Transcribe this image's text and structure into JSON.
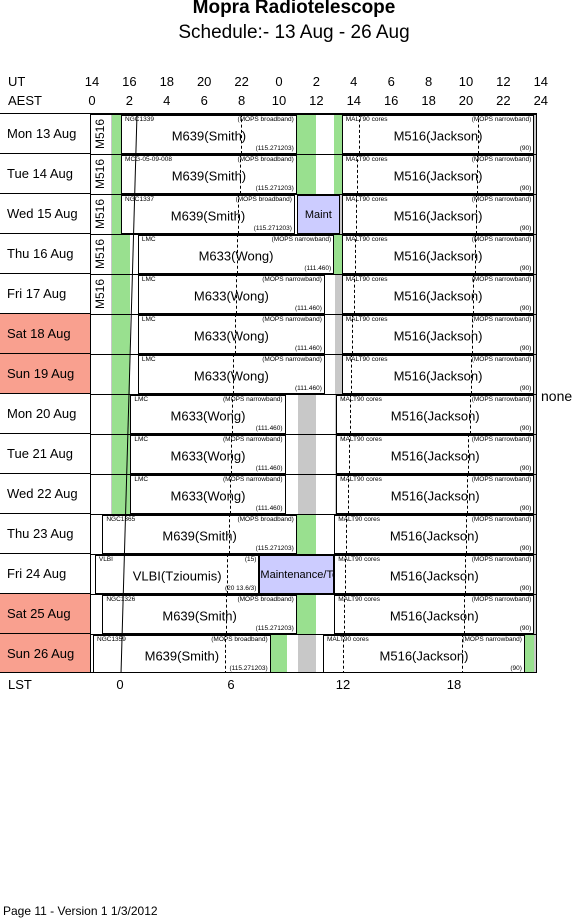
{
  "title": "Mopra Radiotelescope",
  "subtitle": "Schedule:- 13 Aug - 26 Aug",
  "axes": {
    "ut_label": "UT",
    "aest_label": "AEST",
    "lst_label": "LST",
    "ut_ticks": [
      "14",
      "16",
      "18",
      "20",
      "22",
      "0",
      "2",
      "4",
      "6",
      "8",
      "10",
      "12",
      "14"
    ],
    "aest_ticks": [
      "0",
      "2",
      "4",
      "6",
      "8",
      "10",
      "12",
      "14",
      "16",
      "18",
      "20",
      "22",
      "24"
    ],
    "lst_ticks": [
      "0",
      "6",
      "12",
      "18"
    ]
  },
  "days": [
    {
      "label": "Mon  13 Aug",
      "weekend": false
    },
    {
      "label": "Tue  14 Aug",
      "weekend": false
    },
    {
      "label": "Wed  15 Aug",
      "weekend": false
    },
    {
      "label": "Thu  16 Aug",
      "weekend": false
    },
    {
      "label": "Fri   17 Aug",
      "weekend": false
    },
    {
      "label": "Sat  18 Aug",
      "weekend": true
    },
    {
      "label": "Sun  19 Aug",
      "weekend": true
    },
    {
      "label": "Mon  20 Aug",
      "weekend": false
    },
    {
      "label": "Tue  21 Aug",
      "weekend": false
    },
    {
      "label": "Wed  22 Aug",
      "weekend": false
    },
    {
      "label": "Thu  23 Aug",
      "weekend": false
    },
    {
      "label": "Fri    24 Aug",
      "weekend": false
    },
    {
      "label": "Sat  25 Aug",
      "weekend": true
    },
    {
      "label": "Sun  26 Aug",
      "weekend": true
    }
  ],
  "schedule": {
    "m516_vertical": "M516",
    "none_label": "none",
    "rows": [
      {
        "blocks": [
          {
            "name": "M639(Smith)",
            "src": "NGC1339",
            "mode": "(MOPS broadband)",
            "freq": "(115.271203)"
          },
          {
            "name": "M516(Jackson)",
            "src": "MALT90 cores",
            "mode": "(MOPS narrowband)",
            "freq": "(90)"
          }
        ]
      },
      {
        "blocks": [
          {
            "name": "M639(Smith)",
            "src": "MCG-05-09-008",
            "mode": "(MOPS broadband)",
            "freq": "(115.271203)"
          },
          {
            "name": "M516(Jackson)",
            "src": "MALT90 cores",
            "mode": "(MOPS narrowband)",
            "freq": "(90)"
          }
        ]
      },
      {
        "blocks": [
          {
            "name": "M639(Smith)",
            "src": "NGC1337",
            "mode": "(MOPS broadband)",
            "freq": "(115.271203)"
          },
          {
            "name": "Maint",
            "src": "",
            "mode": "",
            "freq": ""
          },
          {
            "name": "M516(Jackson)",
            "src": "MALT90 cores",
            "mode": "(MOPS narrowband)",
            "freq": "(90)"
          }
        ]
      },
      {
        "blocks": [
          {
            "name": "M633(Wong)",
            "src": "LMC",
            "mode": "(MOPS narrowband)",
            "freq": "(111.460)"
          },
          {
            "name": "M516(Jackson)",
            "src": "MALT90 cores",
            "mode": "(MOPS narrowband)",
            "freq": "(90)"
          }
        ]
      },
      {
        "blocks": [
          {
            "name": "M633(Wong)",
            "src": "LMC",
            "mode": "(MOPS narrowband)",
            "freq": "(111.460)"
          },
          {
            "name": "M516(Jackson)",
            "src": "MALT90 cores",
            "mode": "(MOPS narrowband)",
            "freq": "(90)"
          }
        ]
      },
      {
        "blocks": [
          {
            "name": "M633(Wong)",
            "src": "LMC",
            "mode": "(MOPS narrowband)",
            "freq": "(111.460)"
          },
          {
            "name": "M516(Jackson)",
            "src": "MALT90 cores",
            "mode": "(MOPS narrowband)",
            "freq": "(90)"
          }
        ]
      },
      {
        "blocks": [
          {
            "name": "M633(Wong)",
            "src": "LMC",
            "mode": "(MOPS narrowband)",
            "freq": "(111.460)"
          },
          {
            "name": "M516(Jackson)",
            "src": "MALT90 cores",
            "mode": "(MOPS narrowband)",
            "freq": "(90)"
          }
        ]
      },
      {
        "blocks": [
          {
            "name": "M633(Wong)",
            "src": "LMC",
            "mode": "(MOPS narrowband)",
            "freq": "(111.460)"
          },
          {
            "name": "M516(Jackson)",
            "src": "MALT90 cores",
            "mode": "(MOPS narrowband)",
            "freq": "(90)"
          }
        ]
      },
      {
        "blocks": [
          {
            "name": "M633(Wong)",
            "src": "LMC",
            "mode": "(MOPS narrowband)",
            "freq": "(111.460)"
          },
          {
            "name": "M516(Jackson)",
            "src": "MALT90 cores",
            "mode": "(MOPS narrowband)",
            "freq": "(90)"
          }
        ]
      },
      {
        "blocks": [
          {
            "name": "M633(Wong)",
            "src": "LMC",
            "mode": "(MOPS narrowband)",
            "freq": "(111.460)"
          },
          {
            "name": "M516(Jackson)",
            "src": "MALT90 cores",
            "mode": "(MOPS narrowband)",
            "freq": "(90)"
          }
        ]
      },
      {
        "blocks": [
          {
            "name": "M639(Smith)",
            "src": "NGC1365",
            "mode": "(MOPS broadband)",
            "freq": "(115.271203)"
          },
          {
            "name": "M516(Jackson)",
            "src": "MALT90 cores",
            "mode": "(MOPS narrowband)",
            "freq": "(90)"
          }
        ]
      },
      {
        "blocks": [
          {
            "name": "VLBI(Tzioumis)",
            "src": "VLBI",
            "mode": "(15)",
            "freq": "(20 13.6/3)"
          },
          {
            "name": "Maintenance/Test",
            "src": "",
            "mode": "",
            "freq": ""
          },
          {
            "name": "M516(Jackson)",
            "src": "MALT90 cores",
            "mode": "(MOPS narrowband)",
            "freq": "(90)"
          }
        ]
      },
      {
        "blocks": [
          {
            "name": "M639(Smith)",
            "src": "NGC1326",
            "mode": "(MOPS broadband)",
            "freq": "(115.271203)"
          },
          {
            "name": "M516(Jackson)",
            "src": "MALT90 cores",
            "mode": "(MOPS narrowband)",
            "freq": "(90)"
          }
        ]
      },
      {
        "blocks": [
          {
            "name": "M639(Smith)",
            "src": "NGC1359",
            "mode": "(MOPS broadband)",
            "freq": "(115.271203)"
          },
          {
            "name": "M516(Jackson)",
            "src": "MALT90 cores",
            "mode": "(MOPS narrowband)",
            "freq": "(90)"
          }
        ]
      }
    ]
  },
  "colors": {
    "weekend": "#f9a08f",
    "lst_band": "#c8c8c8",
    "green_band": "#99e08f",
    "maint": "#ccccff"
  },
  "footer": "Page 11 - Version 1  1/3/2012"
}
